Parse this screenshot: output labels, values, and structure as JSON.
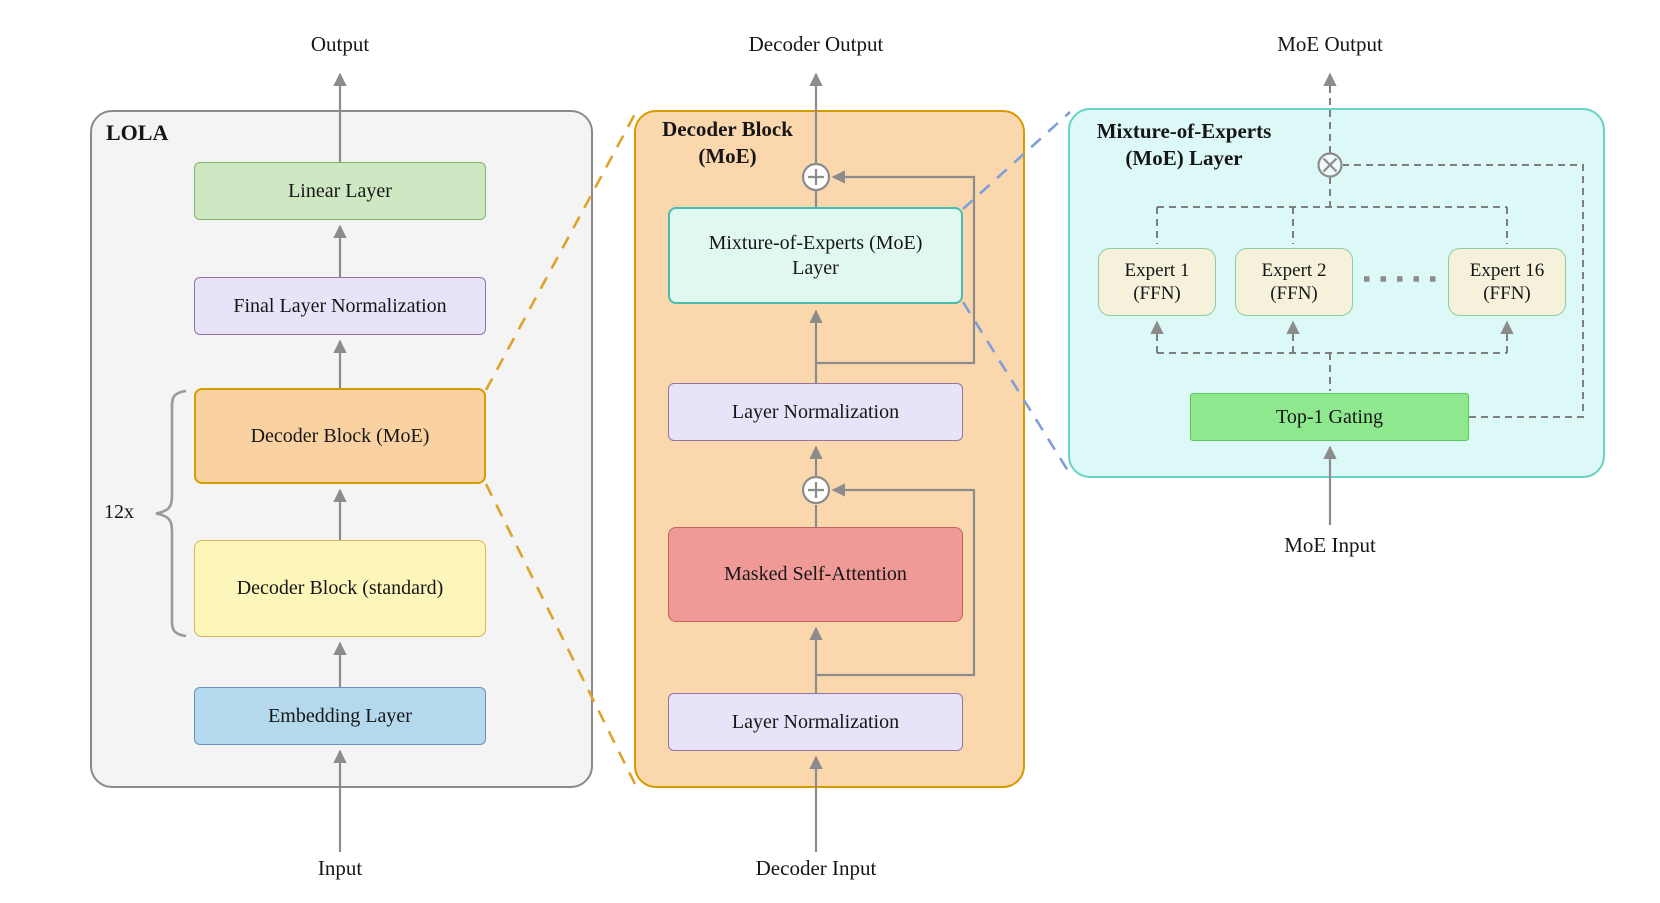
{
  "lola": {
    "title": "LOLA",
    "output_label": "Output",
    "input_label": "Input",
    "repeat_label": "12x",
    "boxes": {
      "linear": "Linear Layer",
      "final_norm": "Final Layer Normalization",
      "decoder_moe": "Decoder Block (MoE)",
      "decoder_std": "Decoder Block (standard)",
      "embedding": "Embedding Layer"
    }
  },
  "decoder_block": {
    "title_line1": "Decoder Block",
    "title_line2": "(MoE)",
    "output_label": "Decoder Output",
    "input_label": "Decoder Input",
    "boxes": {
      "moe_line1": "Mixture-of-Experts (MoE)",
      "moe_line2": "Layer",
      "norm_top": "Layer Normalization",
      "attention": "Masked Self-Attention",
      "norm_bottom": "Layer Normalization"
    }
  },
  "moe_layer": {
    "title_line1": "Mixture-of-Experts",
    "title_line2": "(MoE) Layer",
    "output_label": "MoE Output",
    "input_label": "MoE Input",
    "experts": [
      {
        "name": "Expert 1",
        "sub": "(FFN)"
      },
      {
        "name": "Expert 2",
        "sub": "(FFN)"
      },
      {
        "name": "Expert 16",
        "sub": "(FFN)"
      }
    ],
    "gating_label": "Top-1 Gating"
  },
  "colors": {
    "panel_gray": "#f4f4f4",
    "panel_orange": "#fad7ac",
    "panel_cyan": "#dcf8f7",
    "green_box": "#cfe8c4",
    "lavender_box": "#e7e3f8",
    "orange_box": "#fad2a2",
    "yellow_box": "#fdf6bb",
    "blue_box": "#b4d8ec",
    "red_box": "#f09a98",
    "mint_box": "#e1f8f1",
    "cream_box": "#f6f1da",
    "gating_green": "#8ee88d",
    "arrow_gray": "#8c8c8c",
    "connector_orange": "#e0a32a",
    "connector_blue": "#7f9fd8"
  }
}
